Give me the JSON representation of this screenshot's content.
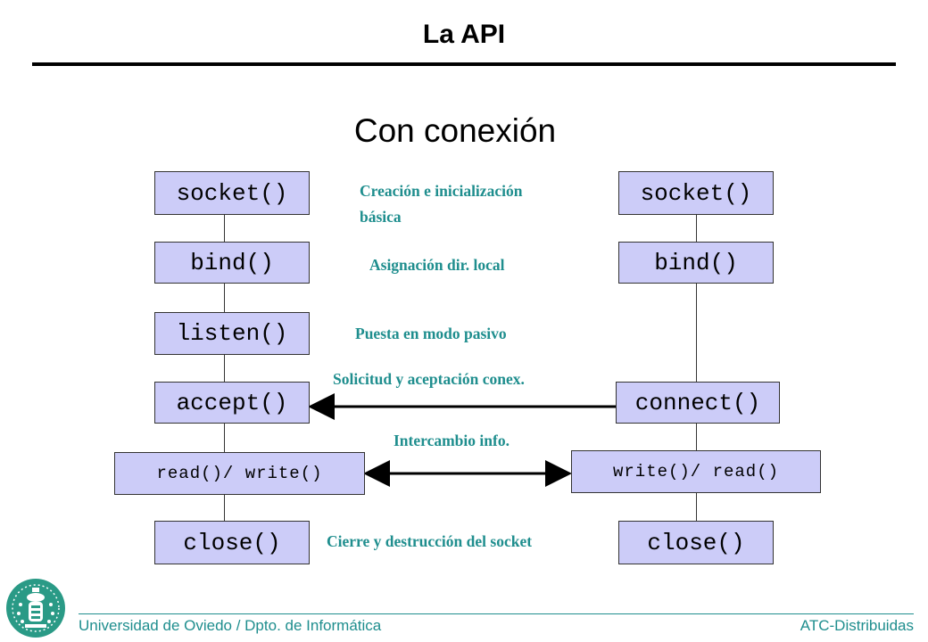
{
  "header": {
    "title": "La API",
    "subtitle": "Con conexión"
  },
  "server": {
    "socket": "socket()",
    "bind": "bind()",
    "listen": "listen()",
    "accept": "accept()",
    "readwrite": "read()/ write()",
    "close": "close()"
  },
  "client": {
    "socket": "socket()",
    "bind": "bind()",
    "connect": "connect()",
    "writeread": "write()/ read()",
    "close": "close()"
  },
  "annotations": {
    "creation_line1": "Creación e inicialización",
    "creation_line2": "básica",
    "bind": "Asignación dir. local",
    "listen": "Puesta en modo pasivo",
    "connect": "Solicitud y aceptación conex.",
    "exchange": "Intercambio info.",
    "close": "Cierre y destrucción del socket"
  },
  "footer": {
    "left": "Universidad de Oviedo / Dpto. de Informática",
    "right": "ATC-Distribuidas"
  },
  "colors": {
    "box_fill": "#ccccf8",
    "annotation": "#1f8e8e",
    "logo": "#2a9a86"
  }
}
